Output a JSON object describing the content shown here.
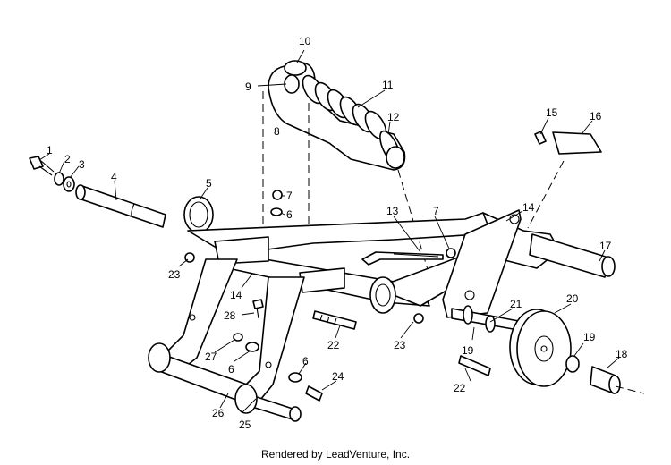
{
  "callouts": {
    "c1": "1",
    "c2": "2",
    "c3": "3",
    "c4": "4",
    "c5": "5",
    "c6a": "6",
    "c6b": "6",
    "c6c": "6",
    "c7a": "7",
    "c7b": "7",
    "c8": "8",
    "c9": "9",
    "c10": "10",
    "c11": "11",
    "c12": "12",
    "c13": "13",
    "c14a": "14",
    "c14b": "14",
    "c15": "15",
    "c16": "16",
    "c17": "17",
    "c18": "18",
    "c19a": "19",
    "c19b": "19",
    "c20": "20",
    "c21": "21",
    "c22a": "22",
    "c22b": "22",
    "c23a": "23",
    "c23b": "23",
    "c24": "24",
    "c25": "25",
    "c26": "26",
    "c27": "27",
    "c28": "28"
  },
  "footer_text": "Rendered by LeadVenture, Inc."
}
